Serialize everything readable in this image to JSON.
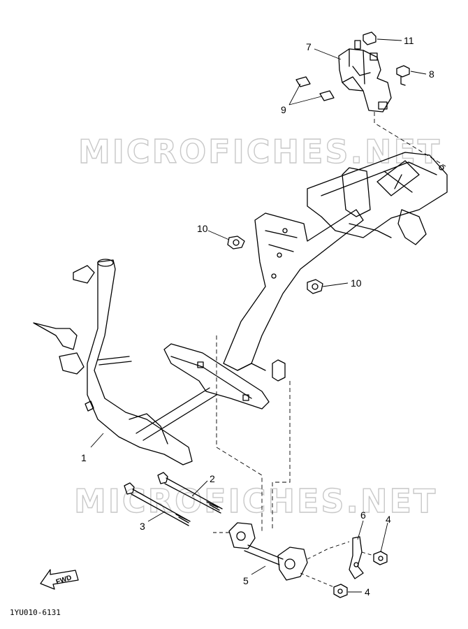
{
  "diagram": {
    "watermark_top": "MICROFICHES.NET",
    "watermark_bottom": "MICROFICHES.NET",
    "drawing_code": "1YU010-6131",
    "fwd_label": "FWD",
    "callouts": [
      "1",
      "2",
      "3",
      "4",
      "4",
      "5",
      "6",
      "7",
      "8",
      "9",
      "10",
      "10",
      "11"
    ]
  }
}
